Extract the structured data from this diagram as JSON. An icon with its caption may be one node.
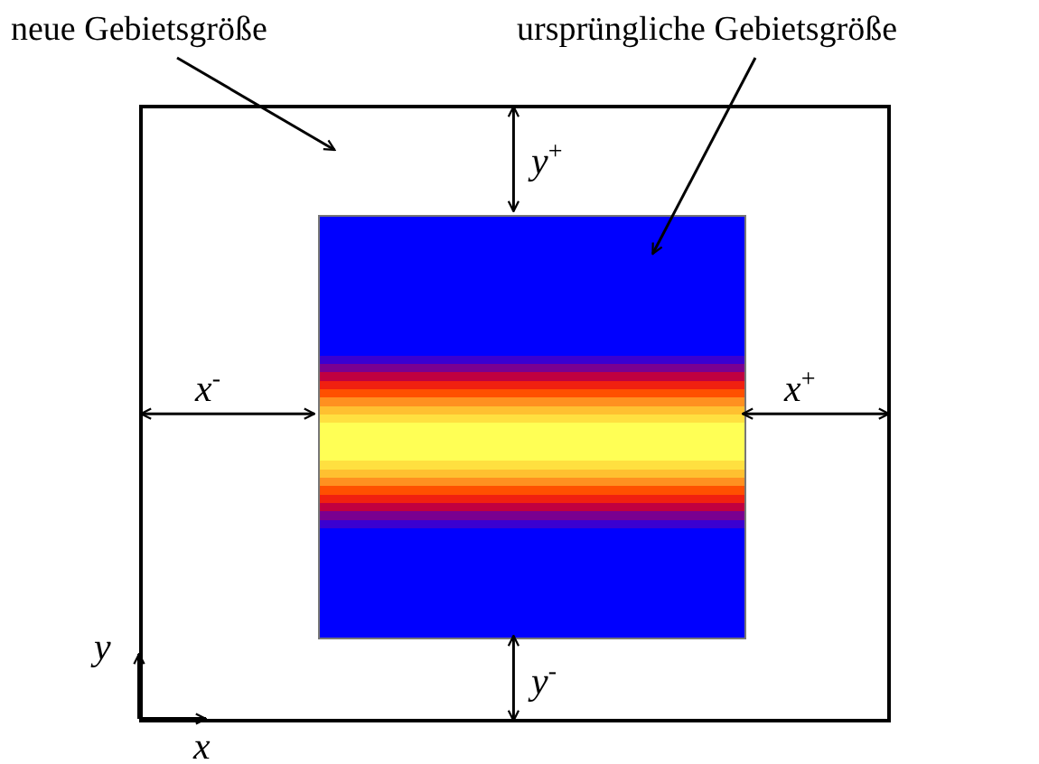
{
  "diagram": {
    "nodes": [
      {
        "text": [
          "neue Gebietsgröße"
        ]
      },
      {
        "text": [
          "ursprüngliche Gebietsgröße"
        ]
      },
      {
        "text": [],
        "shape": "box"
      },
      {
        "text": [],
        "shape": "picture",
        "in": 2
      }
    ],
    "edges": [
      {
        "from": 0,
        "to": 2,
        "arrow": "to"
      },
      {
        "from": 1,
        "to": 3,
        "arrow": "to"
      },
      {
        "from": 2,
        "to": 3,
        "arrow": "both",
        "label": "y$^{+}$"
      },
      {
        "from": 2,
        "to": 3,
        "arrow": "both",
        "label": "x$^{-}$"
      },
      {
        "from": 2,
        "to": 3,
        "arrow": "both",
        "label": "x$^{+}$"
      },
      {
        "from": 2,
        "to": 3,
        "arrow": "both",
        "label": "y$^{-}$"
      }
    ],
    "labels": [
      "y",
      "x"
    ]
  }
}
